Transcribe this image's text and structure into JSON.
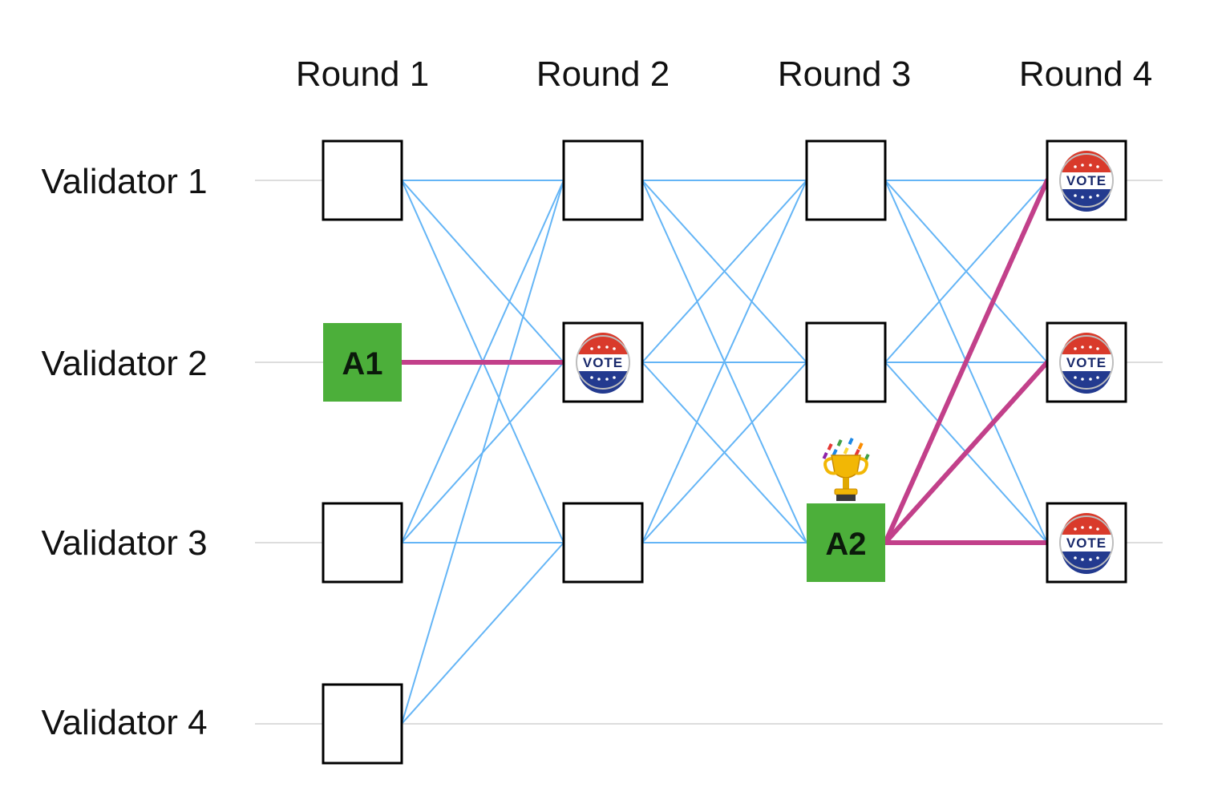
{
  "rounds": [
    "Round 1",
    "Round 2",
    "Round 3",
    "Round 4"
  ],
  "validators": [
    "Validator 1",
    "Validator 2",
    "Validator 3",
    "Validator 4"
  ],
  "colors": {
    "reference_edge": "#64b5f6",
    "highlight_edge": "#c2408a",
    "anchor_fill": "#4caf3a",
    "grid_line": "#dddddd",
    "vote_red": "#d93a2b",
    "vote_blue": "#233a8f"
  },
  "nodes": [
    {
      "round": 1,
      "validator": 1,
      "kind": "empty"
    },
    {
      "round": 1,
      "validator": 2,
      "kind": "anchor",
      "label": "A1"
    },
    {
      "round": 1,
      "validator": 3,
      "kind": "empty"
    },
    {
      "round": 1,
      "validator": 4,
      "kind": "empty"
    },
    {
      "round": 2,
      "validator": 1,
      "kind": "empty"
    },
    {
      "round": 2,
      "validator": 2,
      "kind": "vote",
      "label": "VOTE"
    },
    {
      "round": 2,
      "validator": 3,
      "kind": "empty"
    },
    {
      "round": 3,
      "validator": 1,
      "kind": "empty"
    },
    {
      "round": 3,
      "validator": 2,
      "kind": "empty"
    },
    {
      "round": 3,
      "validator": 3,
      "kind": "anchor",
      "label": "A2",
      "badge": "trophy-icon"
    },
    {
      "round": 4,
      "validator": 1,
      "kind": "vote",
      "label": "VOTE"
    },
    {
      "round": 4,
      "validator": 2,
      "kind": "vote",
      "label": "VOTE"
    },
    {
      "round": 4,
      "validator": 3,
      "kind": "vote",
      "label": "VOTE"
    }
  ],
  "edges": [
    {
      "from": [
        1,
        1
      ],
      "to": [
        2,
        1
      ]
    },
    {
      "from": [
        1,
        1
      ],
      "to": [
        2,
        2
      ]
    },
    {
      "from": [
        1,
        1
      ],
      "to": [
        2,
        3
      ]
    },
    {
      "from": [
        1,
        3
      ],
      "to": [
        2,
        1
      ]
    },
    {
      "from": [
        1,
        3
      ],
      "to": [
        2,
        2
      ]
    },
    {
      "from": [
        1,
        3
      ],
      "to": [
        2,
        3
      ]
    },
    {
      "from": [
        1,
        4
      ],
      "to": [
        2,
        1
      ]
    },
    {
      "from": [
        1,
        4
      ],
      "to": [
        2,
        3
      ]
    },
    {
      "from": [
        2,
        1
      ],
      "to": [
        3,
        1
      ]
    },
    {
      "from": [
        2,
        1
      ],
      "to": [
        3,
        2
      ]
    },
    {
      "from": [
        2,
        1
      ],
      "to": [
        3,
        3
      ]
    },
    {
      "from": [
        2,
        2
      ],
      "to": [
        3,
        1
      ]
    },
    {
      "from": [
        2,
        2
      ],
      "to": [
        3,
        2
      ]
    },
    {
      "from": [
        2,
        2
      ],
      "to": [
        3,
        3
      ]
    },
    {
      "from": [
        2,
        3
      ],
      "to": [
        3,
        1
      ]
    },
    {
      "from": [
        2,
        3
      ],
      "to": [
        3,
        2
      ]
    },
    {
      "from": [
        2,
        3
      ],
      "to": [
        3,
        3
      ]
    },
    {
      "from": [
        3,
        1
      ],
      "to": [
        4,
        1
      ]
    },
    {
      "from": [
        3,
        1
      ],
      "to": [
        4,
        2
      ]
    },
    {
      "from": [
        3,
        1
      ],
      "to": [
        4,
        3
      ]
    },
    {
      "from": [
        3,
        2
      ],
      "to": [
        4,
        1
      ]
    },
    {
      "from": [
        3,
        2
      ],
      "to": [
        4,
        2
      ]
    },
    {
      "from": [
        3,
        2
      ],
      "to": [
        4,
        3
      ]
    }
  ],
  "highlight_edges": [
    {
      "from": [
        1,
        2
      ],
      "to": [
        2,
        2
      ]
    },
    {
      "from": [
        3,
        3
      ],
      "to": [
        4,
        1
      ]
    },
    {
      "from": [
        3,
        3
      ],
      "to": [
        4,
        2
      ]
    },
    {
      "from": [
        3,
        3
      ],
      "to": [
        4,
        3
      ]
    }
  ]
}
